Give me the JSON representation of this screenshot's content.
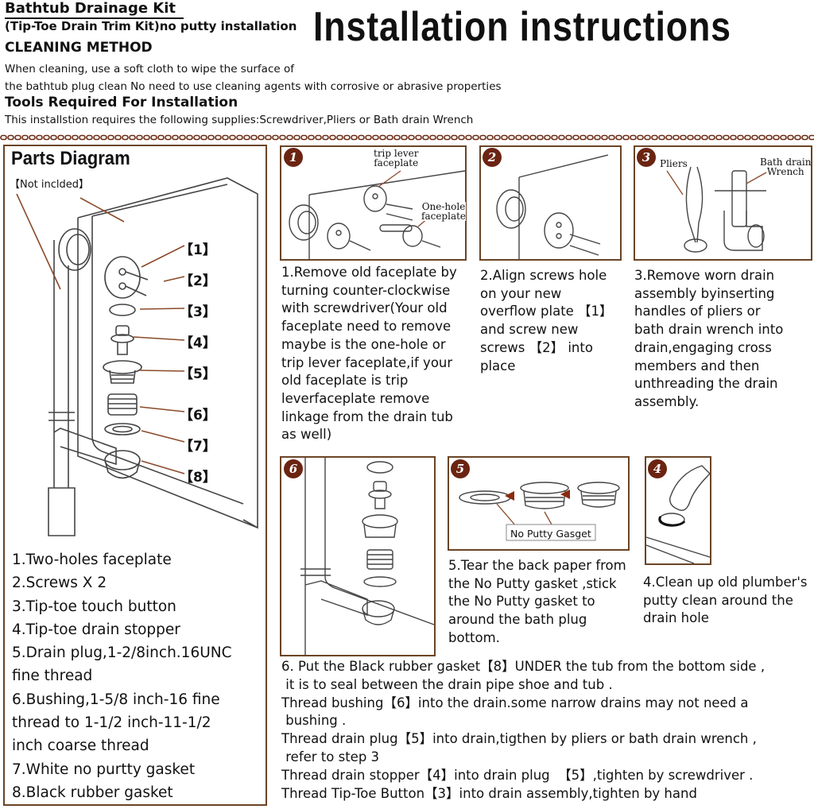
{
  "header": {
    "kit_title": "Bathtub Drainage Kit",
    "kit_subtitle": "(Tip-Toe Drain Trim Kit)no putty installation",
    "main_title": "Installation instructions",
    "cleaning_heading": "CLEANING METHOD",
    "cleaning_line1": "When cleaning, use a soft cloth to wipe the surface of",
    "cleaning_line2": "the bathtub plug clean No need to use cleaning agents with corrosive or abrasive properties",
    "tools_heading": "Tools Required For Installation",
    "tools_text": "This installstion requires the following supplies:Screwdriver,Pliers or Bath drain Wrench"
  },
  "parts_diagram": {
    "title": "Parts Diagram",
    "not_included": "【Not inclded】",
    "labels": [
      "【1】",
      "【2】",
      "【3】",
      "【4】",
      "【5】",
      "【6】",
      "【7】",
      "【8】"
    ],
    "list": [
      "1.Two-holes faceplate",
      "2.Screws X 2",
      "3.Tip-toe touch button",
      "4.Tip-toe drain stopper",
      "5.Drain plug,1-2/8inch.16UNC",
      "fine thread",
      "6.Bushing,1-5/8 inch-16 fine",
      "thread to 1-1/2 inch-11-1/2",
      "inch coarse thread",
      "7.White no purtty gasket",
      "8.Black rubber gasket"
    ]
  },
  "steps": {
    "s1": {
      "num": "1",
      "callout_trip": "trip lever\nfaceplate",
      "callout_onehole": "One-hole\nfaceplate",
      "text": "1.Remove old faceplate by\nturning counter-clockwise\nwith screwdriver(Your old\nfaceplate need to remove\nmaybe is the one-hole or\ntrip lever faceplate,if your\nold faceplate is trip\nleverfaceplate remove\nlinkage from the drain tub\nas well)"
    },
    "s2": {
      "num": "2",
      "text": "2.Align screws hole\non your new\noverflow plate 【1】\nand screw new\nscrews 【2】 into\nplace"
    },
    "s3": {
      "num": "3",
      "callout_pliers": "Pliers",
      "callout_wrench": "Bath drain\nWrench",
      "text": "3.Remove worn drain\nassembly byinserting\nhandles of pliers or\nbath drain wrench into\ndrain,engaging cross\nmembers and then\nunthreading the drain\nassembly."
    },
    "s6": {
      "num": "6"
    },
    "s5": {
      "num": "5",
      "gasket_label": "No Putty Gasget",
      "text": "5.Tear the back paper from\nthe No Putty gasket ,stick\nthe No Putty gasket to\naround the bath plug\nbottom."
    },
    "s4": {
      "num": "4",
      "text": "4.Clean up old plumber's\nputty clean around the\ndrain hole"
    }
  },
  "bottom_instructions": "6. Put the Black rubber gasket【8】UNDER the tub from the bottom side ,\n it is to seal between the drain pipe shoe and tub .\nThread bushing【6】into the drain.some narrow drains may not need a\n bushing .\nThread drain plug【5】into drain,tigthen by pliers or bath drain wrench ,\n refer to step 3\nThread drain stopper【4】into drain plug  【5】,tighten by screwdriver .\nThread Tip-Toe Button【3】into drain assembly,tighten by hand",
  "colors": {
    "frame_brown": "#6a4426",
    "step_badge": "#6b2412",
    "leader_brown": "#8b4a2a"
  }
}
